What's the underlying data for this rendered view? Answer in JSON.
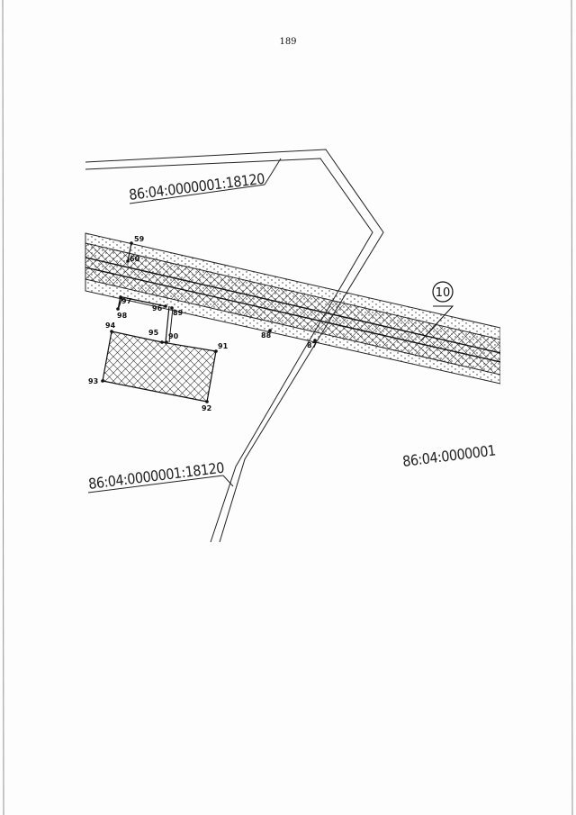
{
  "page_number": "189",
  "parcels": {
    "parcel_upper": "86:04:0000001:18120",
    "parcel_lower": "86:04:0000001:18120",
    "block": "86:04:0000001"
  },
  "callout": "10",
  "points": {
    "p59": "59",
    "p60": "60",
    "p97": "97",
    "p98": "98",
    "p96": "96",
    "p89": "89",
    "p94": "94",
    "p95": "95",
    "p90": "90",
    "p91": "91",
    "p93": "93",
    "p92": "92",
    "p88": "88",
    "p87": "87"
  }
}
